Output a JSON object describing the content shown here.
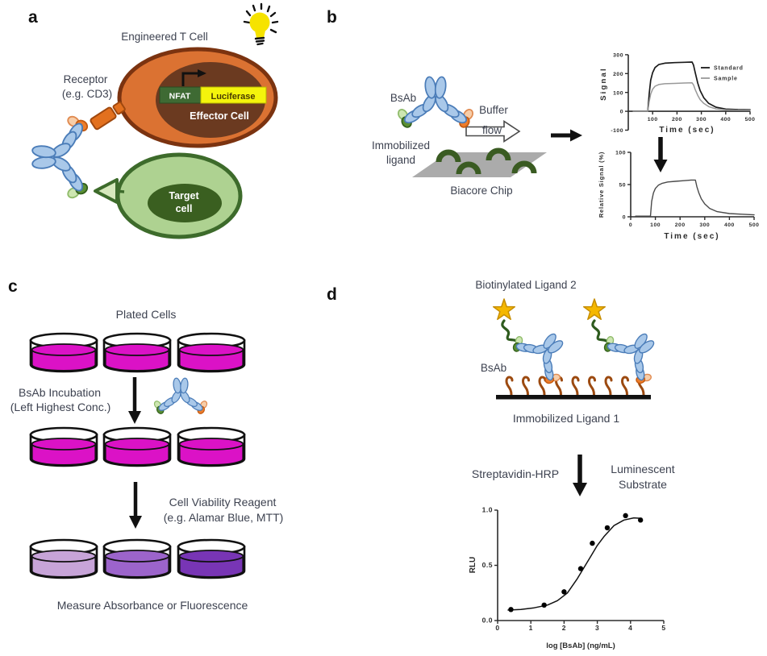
{
  "panels": {
    "a": {
      "label": "a",
      "engineered_t_cell": "Engineered T Cell",
      "receptor_line1": "Receptor",
      "receptor_line2": "(e.g. CD3)",
      "nfat": "NFAT",
      "luciferase": "Luciferase",
      "effector_cell": "Effector Cell",
      "target_line1": "Target",
      "target_line2": "cell"
    },
    "b": {
      "label": "b",
      "bsab": "BsAb",
      "buffer": "Buffer",
      "flow": "flow",
      "immobilized_line1": "Immobilized",
      "immobilized_line2": "ligand",
      "biacore_chip": "Biacore Chip"
    },
    "c": {
      "label": "c",
      "plated_cells": "Plated Cells",
      "incubation_line1": "BsAb Incubation",
      "incubation_line2": "(Left Highest Conc.)",
      "viability_line1": "Cell Viability Reagent",
      "viability_line2": "(e.g. Alamar Blue, MTT)",
      "measure": "Measure Absorbance or Fluorescence",
      "dish_rows": [
        {
          "name": "plated-cells-row",
          "colors": [
            "#db12c6",
            "#db12c6",
            "#db12c6"
          ]
        },
        {
          "name": "bsab-incubated-row",
          "colors": [
            "#db12c6",
            "#db12c6",
            "#db12c6"
          ]
        },
        {
          "name": "viability-result-row",
          "colors": [
            "#c7a4d8",
            "#9c64cb",
            "#7835b5"
          ]
        }
      ]
    },
    "d": {
      "label": "d",
      "biotinylated_ligand2": "Biotinylated Ligand 2",
      "bsab": "BsAb",
      "immobilized_ligand1": "Immobilized Ligand 1",
      "streptavidin_hrp": "Streptavidin-HRP",
      "luminescent_line1": "Luminescent",
      "luminescent_line2": "Substrate"
    }
  },
  "palette": {
    "text_dark": "#3d4250",
    "antibody_blue": "#a9c8e9",
    "antibody_blue_stroke": "#4a7cb8",
    "orange": "#ed7d2b",
    "orange_stroke": "#c55a10",
    "peach": "#f7cda8",
    "peach_stroke": "#e08a50",
    "green_dark": "#5b8f33",
    "green_dark_stroke": "#33601c",
    "green_pale": "#cde6b1",
    "green_pale_stroke": "#8fbb6a",
    "effector_fill": "#db7232",
    "effector_stroke": "#7b3310",
    "effector_nucleus": "#6b3a20",
    "nfat_green": "#3e6a33",
    "luciferase_yellow": "#f4f40c",
    "target_fill": "#aed291",
    "target_stroke": "#3d6b2b",
    "target_nucleus": "#3a5f20",
    "bulb_yellow": "#f6e300",
    "chip_gray": "#ababab",
    "arc_green": "#3a5b22",
    "star_gold": "#f5b800",
    "star_stroke": "#c78e00",
    "squiggle_green": "#2e5b1e",
    "hook_brown": "#9c4a10",
    "receptor_orange": "#e2701e",
    "receptor_stroke": "#a0480e"
  },
  "chart_data": [
    {
      "id": "spr-sensorgram",
      "type": "line",
      "title": "",
      "xlabel": "Time (sec)",
      "ylabel": "Signal",
      "xlim": [
        0,
        500
      ],
      "ylim": [
        -100,
        300
      ],
      "xticks": [
        100,
        200,
        300,
        400,
        500
      ],
      "xticklabels": [
        "100",
        "200",
        "300",
        "400",
        "500"
      ],
      "yticks": [
        -100,
        0,
        100,
        200,
        300
      ],
      "yticklabels": [
        "-100",
        "0",
        "100",
        "200",
        "300"
      ],
      "grid": false,
      "legend_position": "top-right",
      "series": [
        {
          "name": "Standard",
          "color": "#1a1a1a",
          "width": 1.7,
          "x": [
            20,
            80,
            86,
            92,
            100,
            110,
            125,
            150,
            190,
            230,
            262,
            268,
            275,
            285,
            295,
            310,
            330,
            360,
            400,
            450,
            500
          ],
          "y": [
            0,
            0,
            95,
            165,
            205,
            232,
            248,
            255,
            258,
            260,
            261,
            245,
            205,
            150,
            110,
            72,
            42,
            22,
            12,
            9,
            8
          ]
        },
        {
          "name": "Sample",
          "color": "#999999",
          "width": 1.5,
          "x": [
            20,
            80,
            86,
            92,
            100,
            110,
            125,
            150,
            190,
            230,
            262,
            268,
            275,
            285,
            295,
            310,
            330,
            360,
            400,
            450,
            500
          ],
          "y": [
            0,
            0,
            52,
            92,
            117,
            133,
            142,
            146,
            148,
            150,
            151,
            140,
            115,
            85,
            62,
            42,
            25,
            13,
            8,
            6,
            5
          ]
        }
      ]
    },
    {
      "id": "spr-relative",
      "type": "line",
      "title": "",
      "xlabel": "Time (sec)",
      "ylabel": "Relative Signal (%)",
      "xlim": [
        0,
        500
      ],
      "ylim": [
        0,
        100
      ],
      "xticks": [
        0,
        100,
        200,
        300,
        400,
        500
      ],
      "xticklabels": [
        "0",
        "100",
        "200",
        "300",
        "400",
        "500"
      ],
      "yticks": [
        0,
        50,
        100
      ],
      "yticklabels": [
        "0",
        "50",
        "100"
      ],
      "grid": false,
      "series": [
        {
          "name": "Relative",
          "color": "#4a4a4a",
          "width": 1.4,
          "x": [
            20,
            80,
            85,
            92,
            100,
            112,
            128,
            150,
            180,
            215,
            245,
            262,
            268,
            276,
            286,
            300,
            320,
            350,
            400,
            450,
            500
          ],
          "y": [
            1,
            1,
            24,
            37,
            44,
            49,
            52,
            54,
            55,
            56,
            57,
            57,
            47,
            37,
            28,
            20,
            13,
            8,
            5,
            4,
            3
          ]
        }
      ]
    },
    {
      "id": "elisa",
      "type": "scatter-line",
      "title": "",
      "xlabel": "log [BsAb] (ng/mL)",
      "ylabel": "RLU",
      "xlim": [
        0,
        5
      ],
      "ylim": [
        0,
        1
      ],
      "xticks": [
        0,
        1,
        2,
        3,
        4,
        5
      ],
      "xticklabels": [
        "0",
        "1",
        "2",
        "3",
        "4",
        "5"
      ],
      "yticks": [
        0,
        0.5,
        1
      ],
      "yticklabels": [
        "0.0",
        "0.5",
        "1.0"
      ],
      "grid": false,
      "points": {
        "x": [
          0.4,
          1.4,
          2.0,
          2.5,
          2.85,
          3.3,
          3.85,
          4.3
        ],
        "y": [
          0.1,
          0.14,
          0.26,
          0.47,
          0.7,
          0.84,
          0.95,
          0.91
        ]
      },
      "fit_line": {
        "color": "#111111",
        "width": 1.5,
        "x": [
          0.3,
          0.7,
          1.1,
          1.5,
          1.8,
          2.1,
          2.4,
          2.6,
          2.8,
          3.0,
          3.2,
          3.5,
          3.8,
          4.1,
          4.35
        ],
        "y": [
          0.095,
          0.1,
          0.115,
          0.14,
          0.18,
          0.25,
          0.38,
          0.48,
          0.58,
          0.68,
          0.76,
          0.86,
          0.91,
          0.93,
          0.925
        ]
      }
    }
  ]
}
